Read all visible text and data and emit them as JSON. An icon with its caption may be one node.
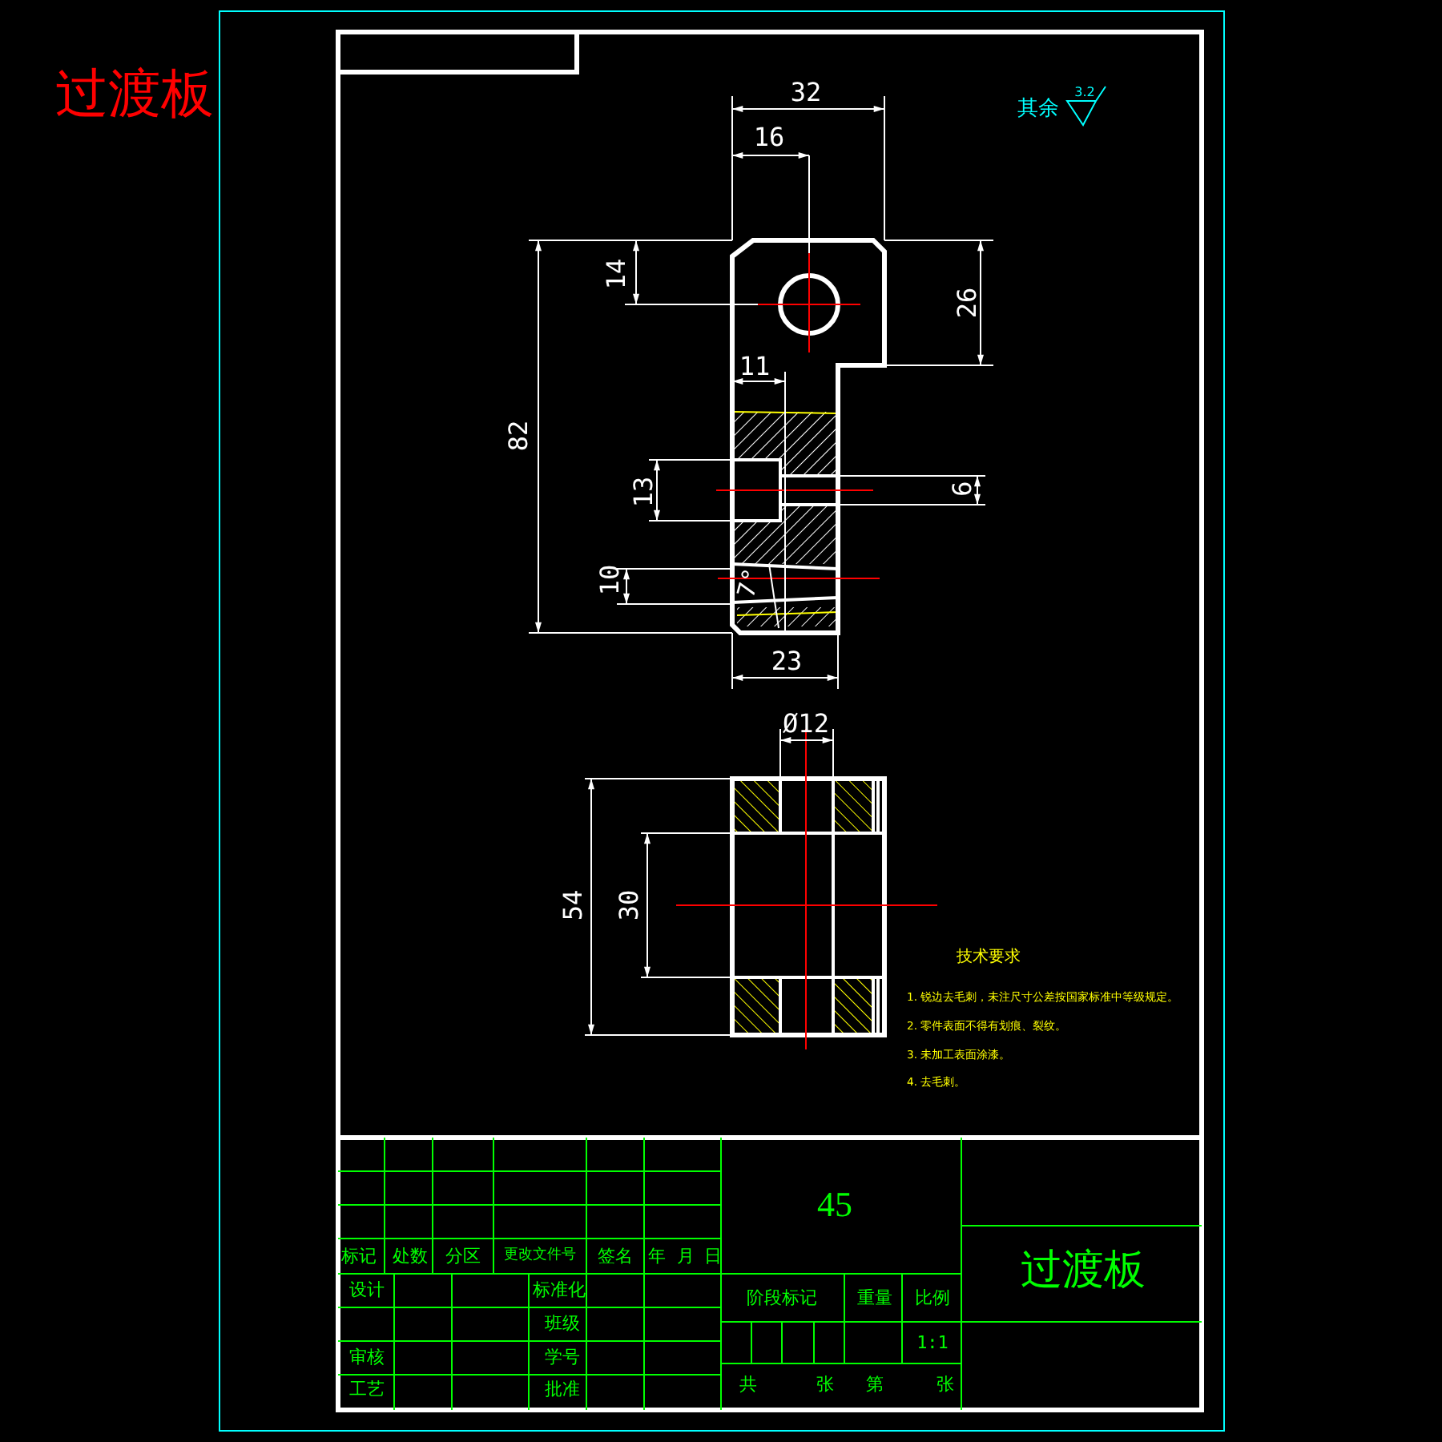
{
  "diagram": {
    "title": "过渡板",
    "labels": [
      "其余",
      "3.2",
      "32",
      "16",
      "14",
      "26",
      "82",
      "11",
      "13",
      "6",
      "10",
      "7°",
      "23",
      "Ø12",
      "54",
      "30",
      "技术要求",
      "1. 锐边去毛刺，未注尺寸公差按国家标准中等级规定。",
      "2. 零件表面不得有划痕、裂纹。",
      "3. 未加工表面涂漆。",
      "4. 去毛刺。",
      "45",
      "标记",
      "处数",
      "分区",
      "更改文件号",
      "签名",
      "年",
      "月",
      "日",
      "设计",
      "标准化",
      "班级",
      "审核",
      "学号",
      "工艺",
      "批准",
      "阶段标记",
      "重量",
      "比例",
      "1:1",
      "共",
      "张",
      "第",
      "张",
      "过渡板"
    ]
  }
}
